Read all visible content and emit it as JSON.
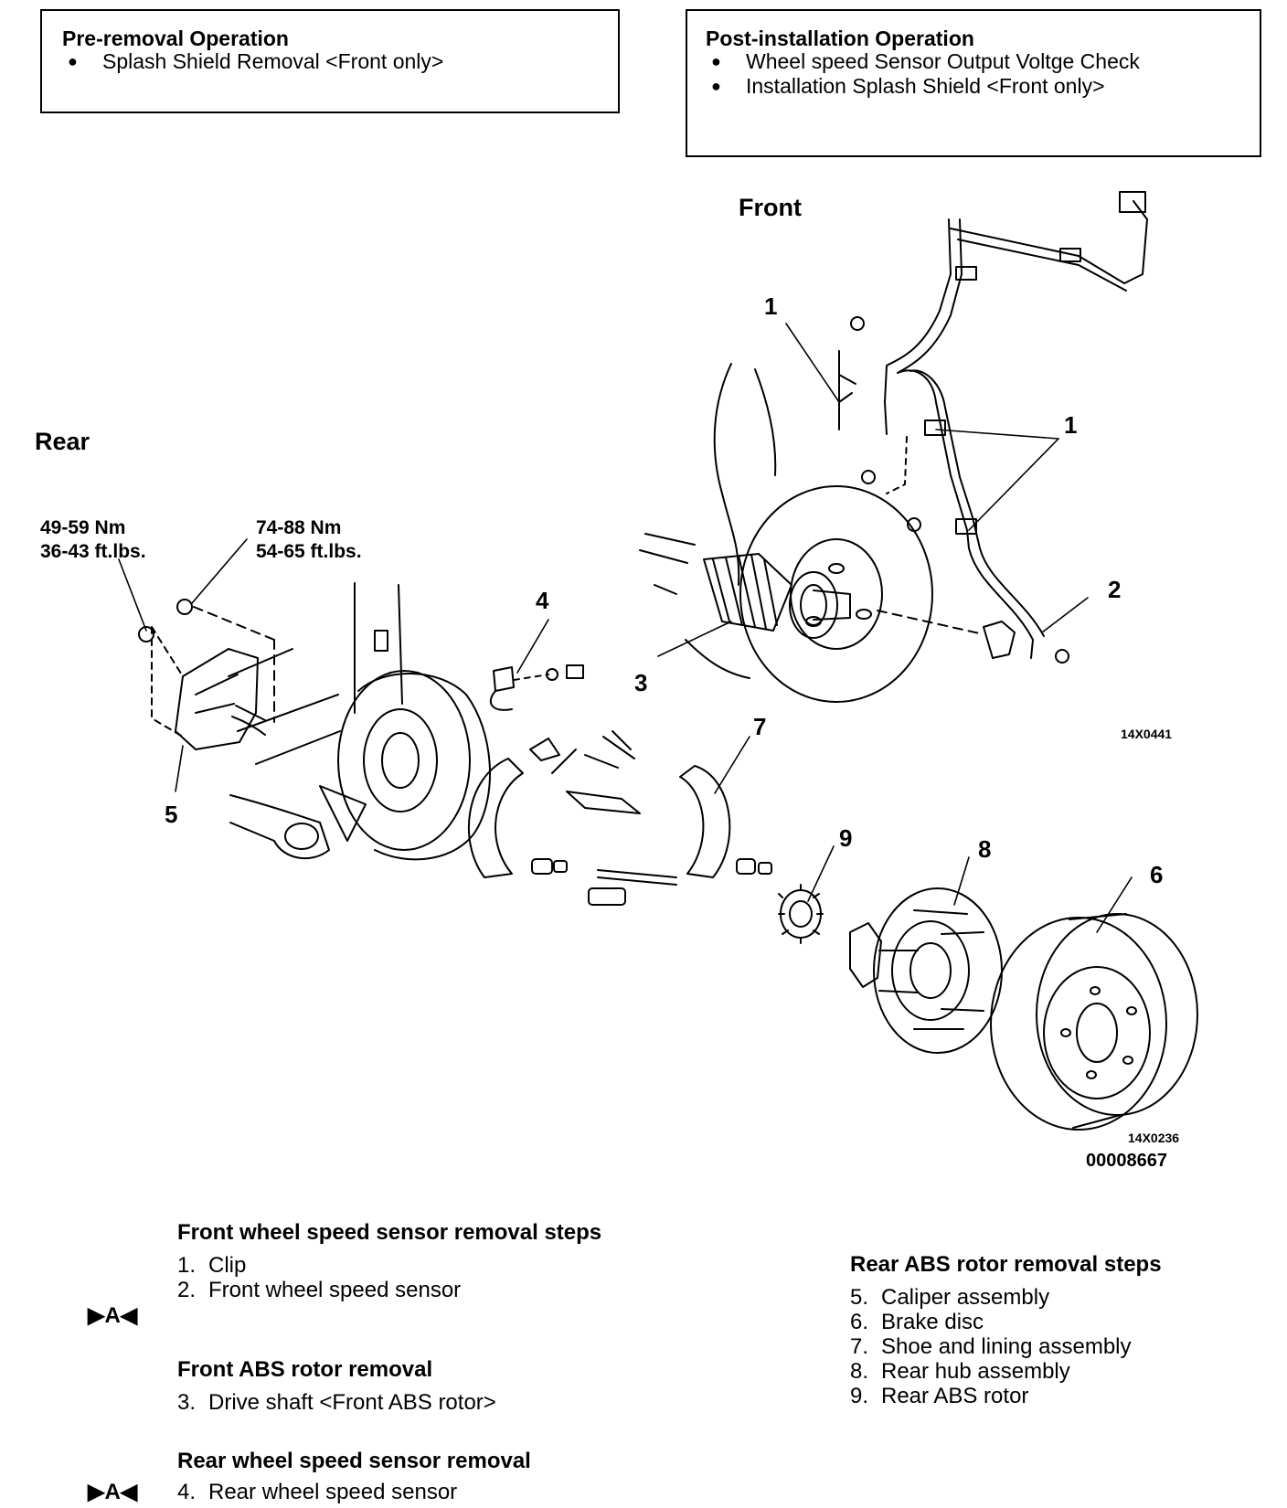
{
  "pre_removal": {
    "title": "Pre-removal Operation",
    "items": [
      "Splash Shield Removal <Front only>"
    ]
  },
  "post_installation": {
    "title": "Post-installation Operation",
    "items": [
      "Wheel speed Sensor Output Voltge Check",
      "Installation Splash Shield <Front only>"
    ]
  },
  "diagram": {
    "front_label": "Front",
    "rear_label": "Rear",
    "torque_1": {
      "nm": "49-59 Nm",
      "ftlbs": "36-43 ft.lbs."
    },
    "torque_2": {
      "nm": "74-88 Nm",
      "ftlbs": "54-65 ft.lbs."
    },
    "callouts": {
      "c1a": "1",
      "c1b": "1",
      "c2": "2",
      "c3": "3",
      "c4": "4",
      "c5": "5",
      "c6": "6",
      "c7": "7",
      "c8": "8",
      "c9": "9"
    },
    "ref_front": "14X0441",
    "ref_rear": "14X0236",
    "ref_doc": "00008667"
  },
  "procedures": {
    "front_sensor": {
      "heading": "Front wheel speed sensor removal steps",
      "steps": [
        {
          "num": "1.",
          "text": "Clip",
          "marker": ""
        },
        {
          "num": "2.",
          "text": "Front wheel speed sensor",
          "marker": "▶A◀"
        }
      ]
    },
    "front_rotor": {
      "heading": "Front ABS rotor removal",
      "steps": [
        {
          "num": "3.",
          "text": "Drive shaft <Front ABS rotor>",
          "marker": ""
        }
      ]
    },
    "rear_sensor": {
      "heading": "Rear wheel speed sensor removal",
      "steps": [
        {
          "num": "4.",
          "text": "Rear wheel speed sensor",
          "marker": "▶A◀"
        }
      ]
    },
    "rear_rotor": {
      "heading": "Rear ABS rotor removal steps",
      "steps": [
        {
          "num": "5.",
          "text": "Caliper assembly"
        },
        {
          "num": "6.",
          "text": "Brake disc"
        },
        {
          "num": "7.",
          "text": "Shoe and lining assembly"
        },
        {
          "num": "8.",
          "text": "Rear hub assembly"
        },
        {
          "num": "9.",
          "text": "Rear ABS rotor"
        }
      ]
    }
  }
}
